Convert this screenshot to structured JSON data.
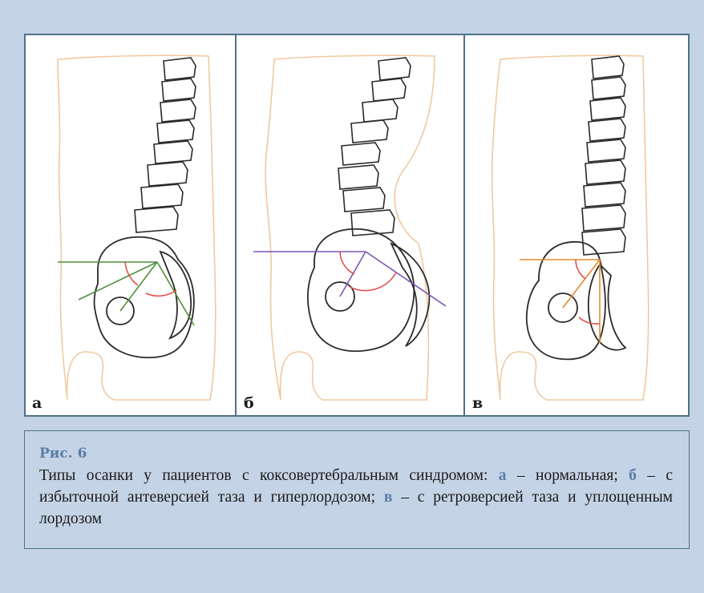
{
  "panels": [
    {
      "letter": "а",
      "line_color": "#4f8f3c"
    },
    {
      "letter": "б",
      "line_color": "#7b55b5"
    },
    {
      "letter": "в",
      "line_color": "#e88a2e"
    }
  ],
  "colors": {
    "body_outline": "#f2c9a0",
    "bone_outline": "#2a2a2a",
    "angle_arc": "#e0504a",
    "frame": "#4f7189",
    "caption_accent": "#5a7ea6"
  },
  "caption": {
    "title": "Рис. 6",
    "intro": "Типы осанки у пациентов с коксовертебральным синдромом:",
    "items": [
      {
        "letter": "а",
        "text": "– нормальная;"
      },
      {
        "letter": "б",
        "text": "– с избыточной антеверсией таза и гиперлордозом;"
      },
      {
        "letter": "в",
        "text": "– с ретроверсией таза и уплощенным лордозом"
      }
    ]
  }
}
